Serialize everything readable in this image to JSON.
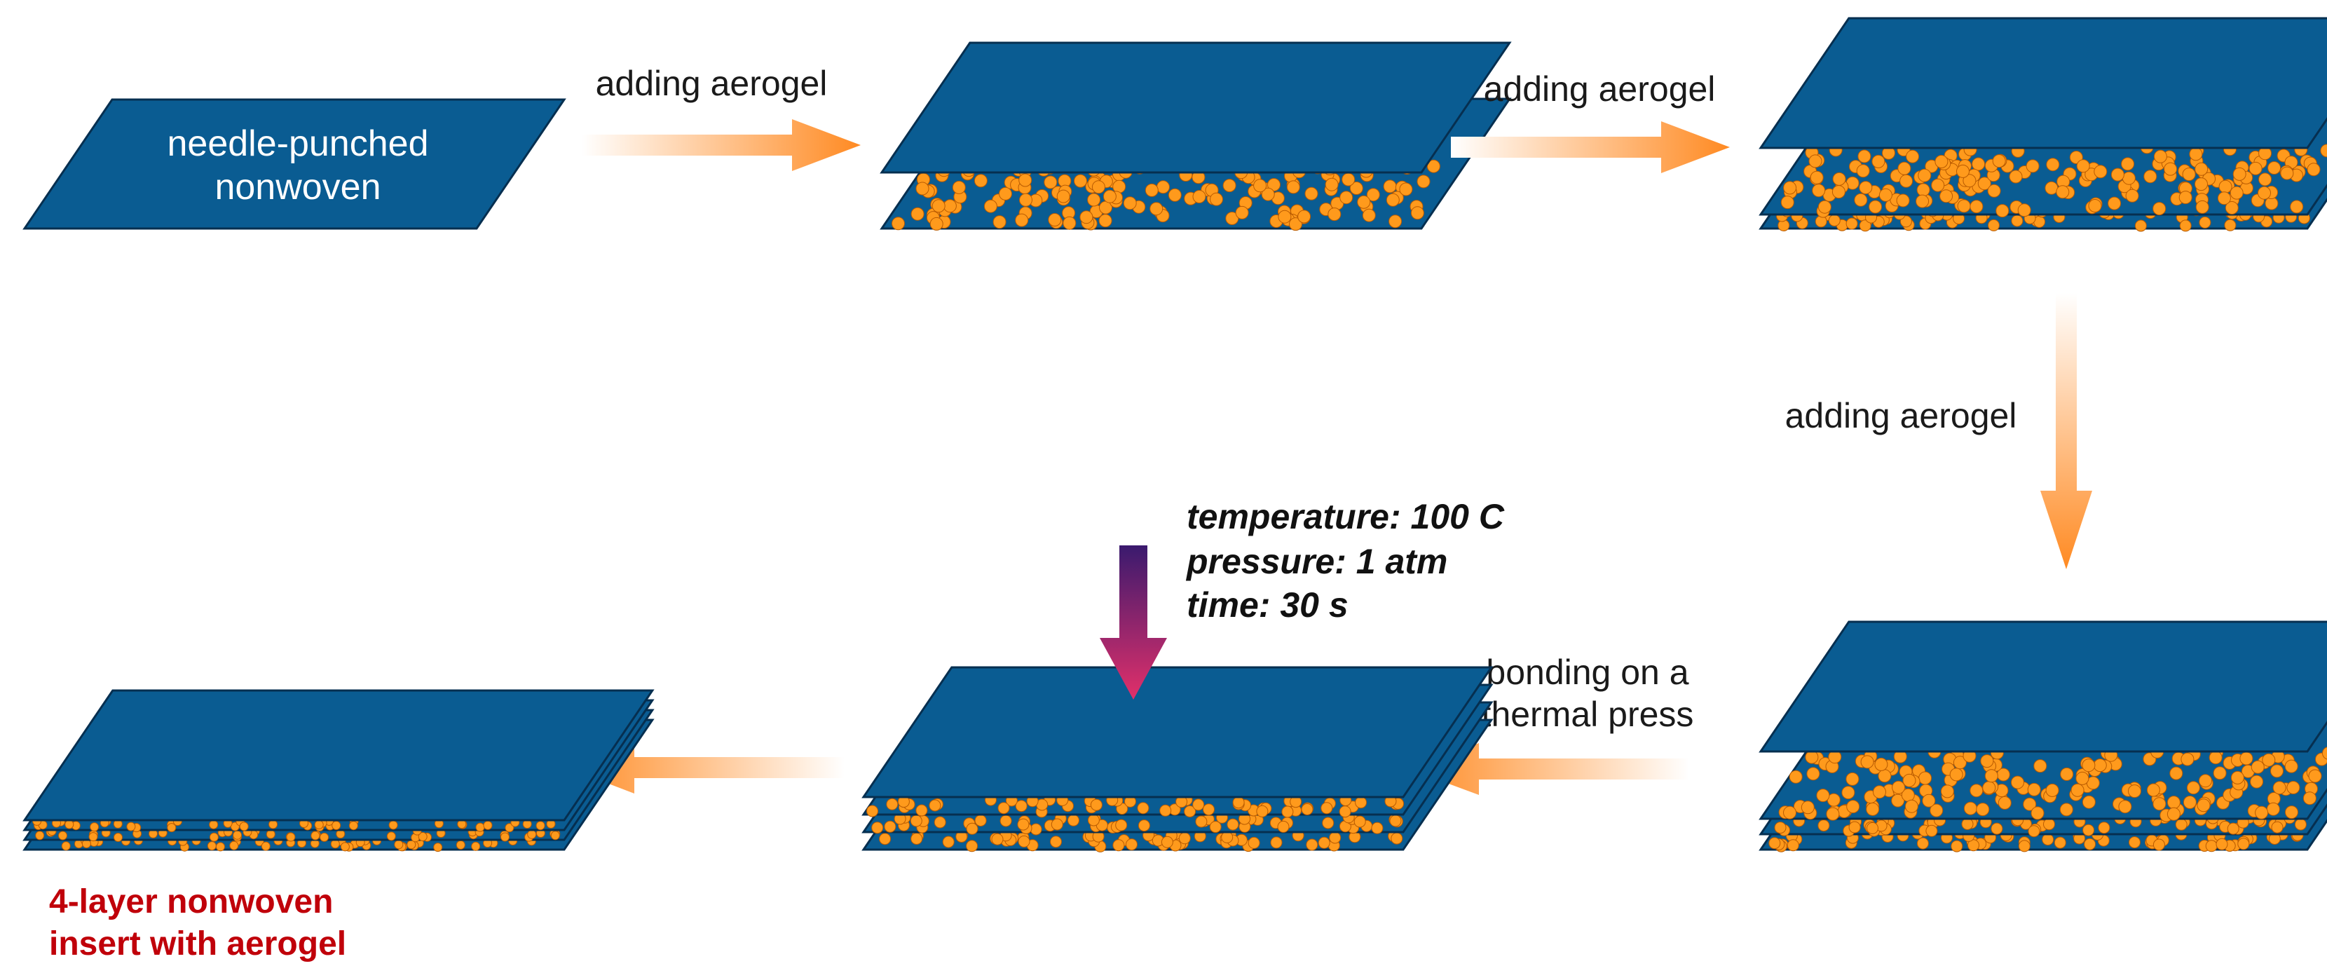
{
  "colors": {
    "layer_fill": "#0a5c92",
    "layer_stroke": "#062f50",
    "particle": "#ff9a1c",
    "arrow_orange": "#ff8a22",
    "press_arrow_top": "#3a1a6e",
    "press_arrow_bottom": "#e2306a",
    "result_text": "#c0000a"
  },
  "labels": {
    "needle_punched": [
      "needle-punched",
      "nonwoven"
    ],
    "add_aerogel_1": "adding aerogel",
    "add_aerogel_2": "adding aerogel",
    "add_aerogel_3": "adding aerogel",
    "bonding": [
      "bonding on a",
      "thermal press"
    ],
    "conditions": [
      "temperature: 100 C",
      "pressure: 1 atm",
      "time: 30 s"
    ],
    "result": [
      "4-layer nonwoven",
      "insert with aerogel"
    ]
  },
  "stages": [
    {
      "id": "stage-1",
      "layers": 1
    },
    {
      "id": "stage-2",
      "layers": 2
    },
    {
      "id": "stage-3",
      "layers": 3
    },
    {
      "id": "stage-4",
      "layers": 4
    },
    {
      "id": "stage-5",
      "layers": 4
    },
    {
      "id": "stage-6",
      "layers": 4
    }
  ],
  "arrows": [
    {
      "id": "arrow-1",
      "direction": "right"
    },
    {
      "id": "arrow-2",
      "direction": "right"
    },
    {
      "id": "arrow-3",
      "direction": "down"
    },
    {
      "id": "arrow-4",
      "direction": "left"
    },
    {
      "id": "arrow-5",
      "direction": "left"
    },
    {
      "id": "press-arrow",
      "direction": "down"
    }
  ]
}
